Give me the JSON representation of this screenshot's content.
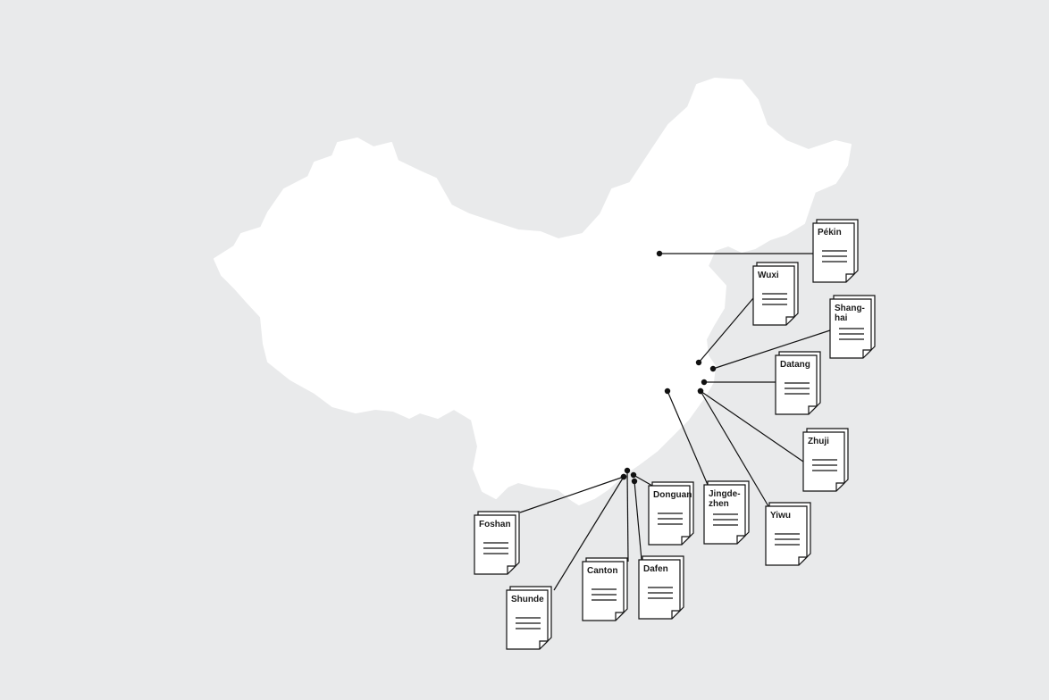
{
  "map": {
    "region": "China",
    "background_color": "#e9eaeb",
    "land_color": "#ffffff",
    "line_color": "#111111"
  },
  "cities": [
    {
      "id": "pekin",
      "label": [
        "Pékin"
      ]
    },
    {
      "id": "wuxi",
      "label": [
        "Wuxi"
      ]
    },
    {
      "id": "shanghai",
      "label": [
        "Shang-",
        "hai"
      ]
    },
    {
      "id": "datang",
      "label": [
        "Datang"
      ]
    },
    {
      "id": "zhuji",
      "label": [
        "Zhuji"
      ]
    },
    {
      "id": "yiwu",
      "label": [
        "Yiwu"
      ]
    },
    {
      "id": "jingdezhen",
      "label": [
        "Jingde-",
        "zhen"
      ]
    },
    {
      "id": "dongguan",
      "label": [
        "Donguan"
      ]
    },
    {
      "id": "dafen",
      "label": [
        "Dafen"
      ]
    },
    {
      "id": "canton",
      "label": [
        "Canton"
      ]
    },
    {
      "id": "shunde",
      "label": [
        "Shunde"
      ]
    },
    {
      "id": "foshan",
      "label": [
        "Foshan"
      ]
    }
  ]
}
